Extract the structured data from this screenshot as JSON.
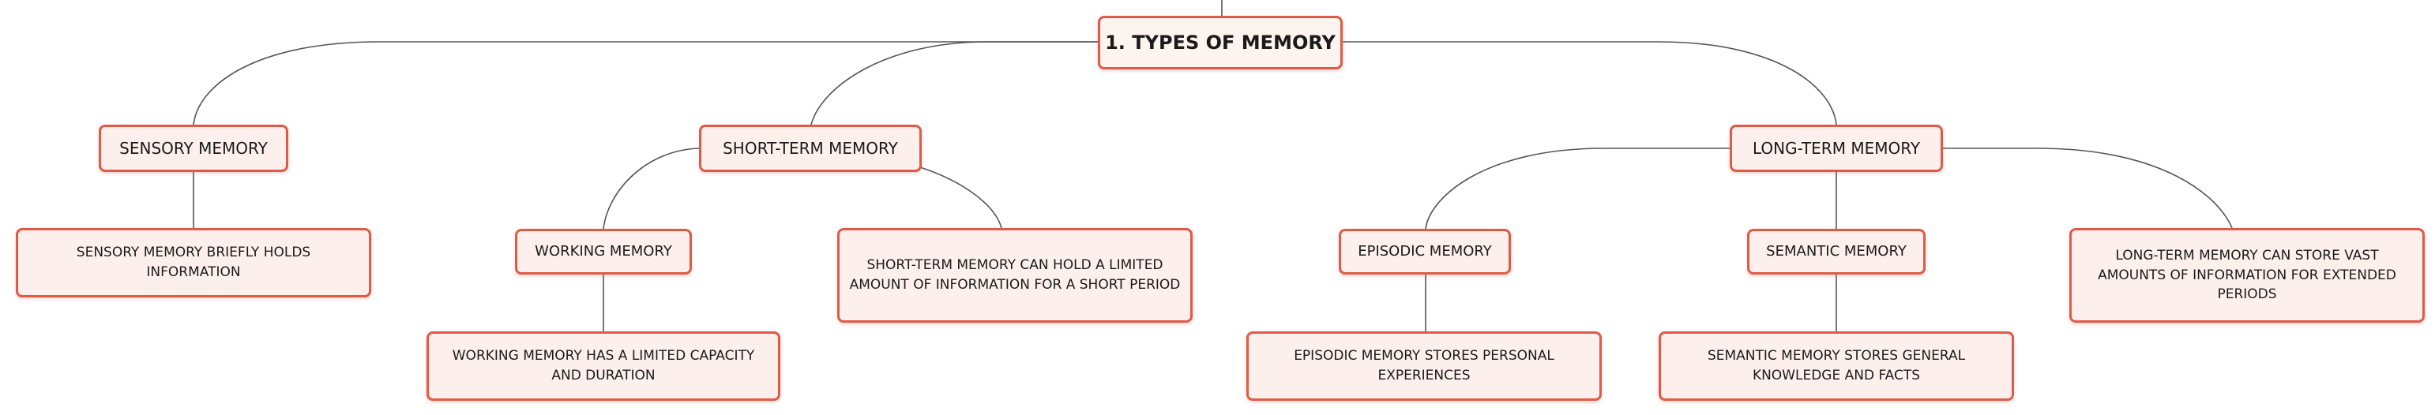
{
  "colors": {
    "border": "#e05a47",
    "fill": "#fdf0ec",
    "line": "#555555"
  },
  "mindmap": {
    "root": "1. TYPES OF MEMORY",
    "sensory": {
      "label": "SENSORY MEMORY",
      "note": "SENSORY MEMORY BRIEFLY HOLDS INFORMATION"
    },
    "short_term": {
      "label": "SHORT-TERM MEMORY",
      "note": "SHORT-TERM MEMORY CAN HOLD A LIMITED AMOUNT OF INFORMATION FOR A SHORT PERIOD",
      "working": {
        "label": "WORKING MEMORY",
        "note": "WORKING MEMORY HAS A LIMITED CAPACITY AND DURATION"
      }
    },
    "long_term": {
      "label": "LONG-TERM MEMORY",
      "note": "LONG-TERM MEMORY CAN STORE VAST AMOUNTS OF INFORMATION FOR EXTENDED PERIODS",
      "episodic": {
        "label": "EPISODIC MEMORY",
        "note": "EPISODIC MEMORY STORES PERSONAL EXPERIENCES"
      },
      "semantic": {
        "label": "SEMANTIC MEMORY",
        "note": "SEMANTIC MEMORY STORES GENERAL KNOWLEDGE AND FACTS"
      }
    }
  }
}
